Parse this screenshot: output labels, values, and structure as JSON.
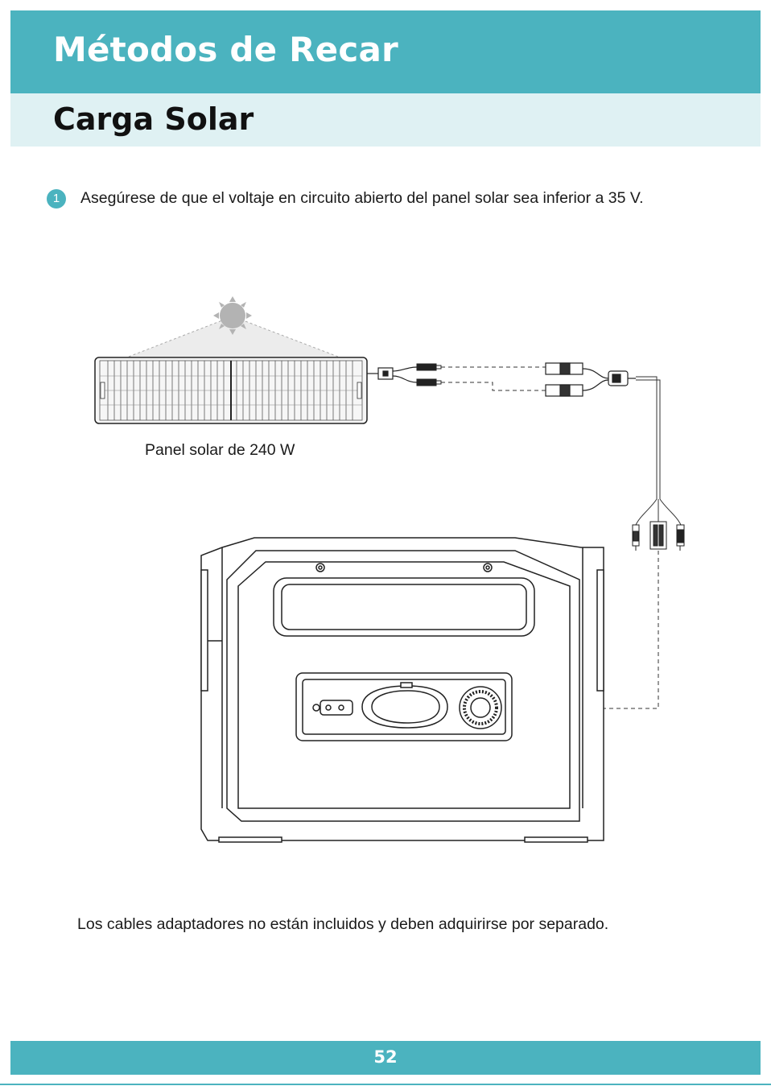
{
  "header": {
    "title": "Métodos de Recar"
  },
  "section": {
    "title": "Carga Solar"
  },
  "step": {
    "number": "1",
    "text": "Asegúrese de que el voltaje en circuito abierto del panel solar sea inferior a 35 V."
  },
  "diagram": {
    "panel_label": "Panel solar de 240 W"
  },
  "note": {
    "text": "Los cables adaptadores no están incluidos y deben adquirirse por separado."
  },
  "footer": {
    "page_number": "52"
  },
  "colors": {
    "accent": "#4bb3bf",
    "sub_band": "#dff1f3"
  }
}
